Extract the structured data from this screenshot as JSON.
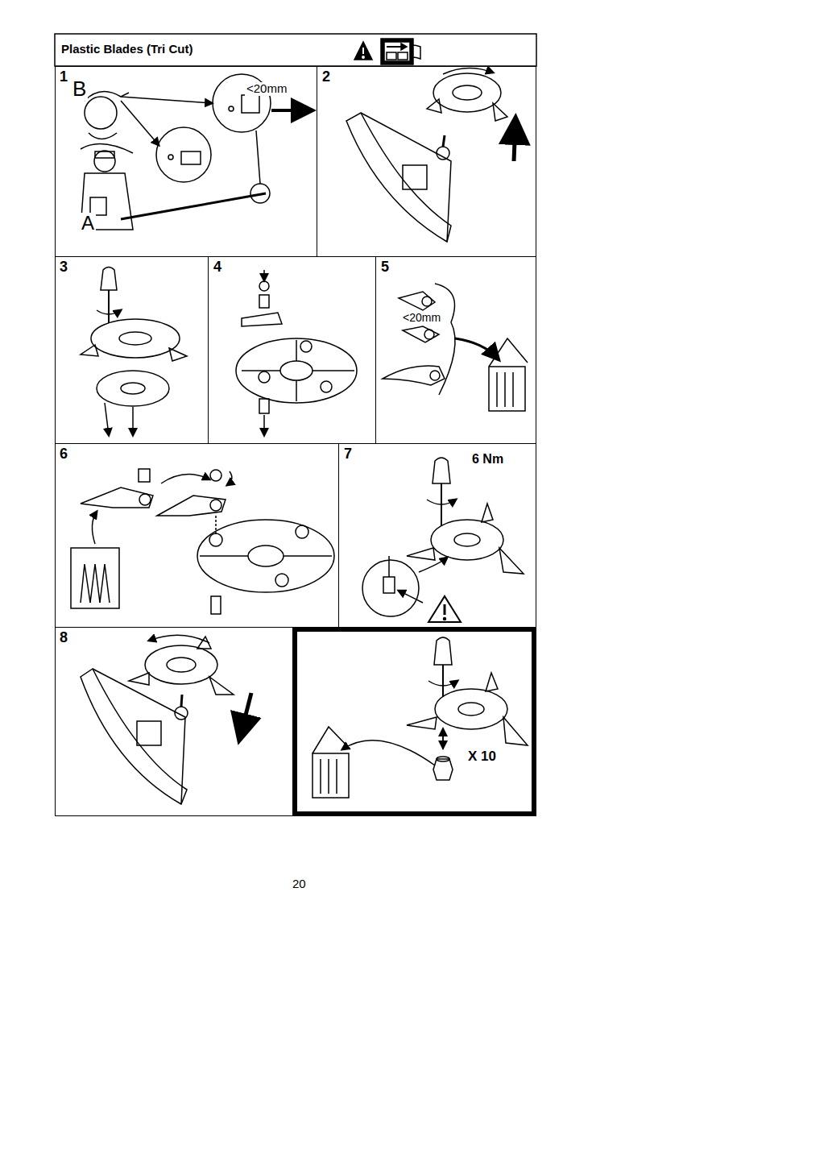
{
  "diagram": {
    "title": "Plastic Blades (Tri Cut)",
    "nodes": [
      {
        "text": [
          "1"
        ]
      },
      {
        "text": [
          "2"
        ]
      },
      {
        "text": [
          "3"
        ]
      },
      {
        "text": [
          "4"
        ]
      },
      {
        "text": [
          "5"
        ]
      },
      {
        "text": [
          "6"
        ]
      },
      {
        "text": [
          "7"
        ]
      },
      {
        "text": [
          "8"
        ]
      },
      {
        "text": [
          "X 10"
        ]
      }
    ],
    "labels": [
      "B",
      "A",
      "<20mm",
      "<20mm",
      "6 Nm",
      "20"
    ]
  }
}
